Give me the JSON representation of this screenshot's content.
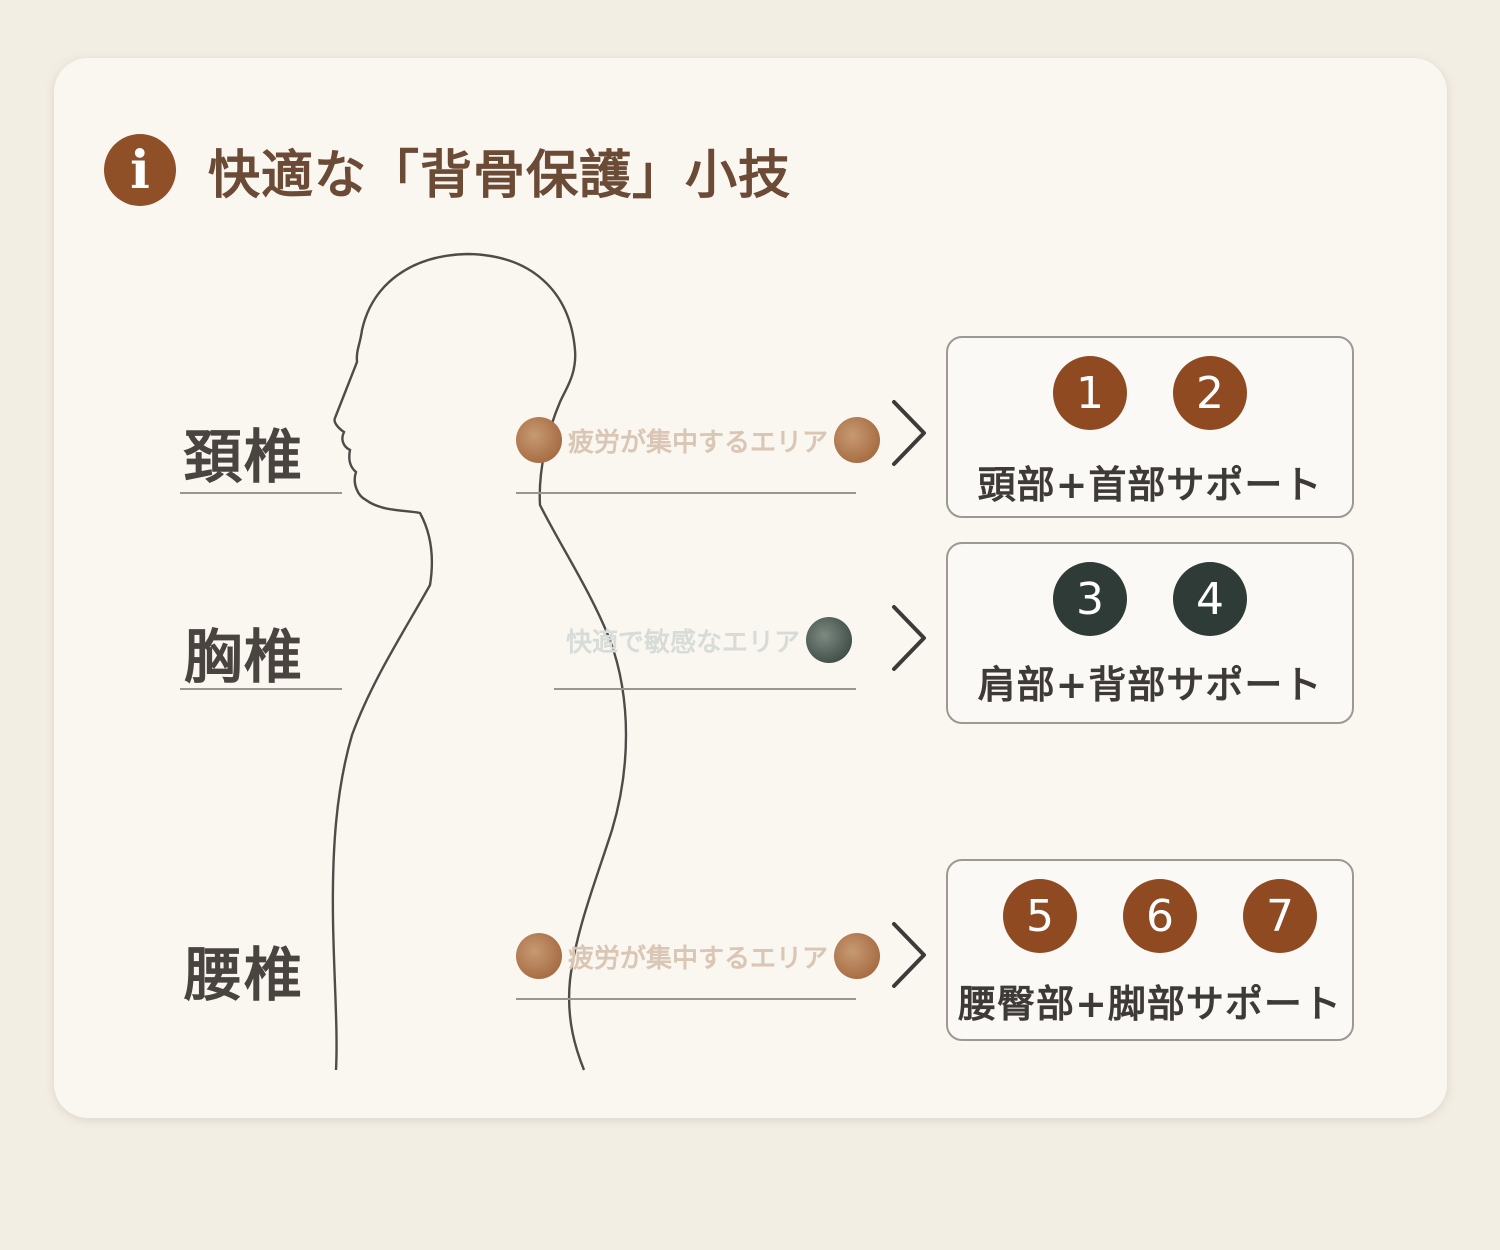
{
  "title": "快適な「背骨保護」小技",
  "info_icon_glyph": "i",
  "colors": {
    "brown": "#8f4a22",
    "dark": "#2f3b37",
    "card_bg": "#faf7f1"
  },
  "spine": {
    "cervical": "頚椎",
    "thoracic": "胸椎",
    "lumbar": "腰椎"
  },
  "zones": {
    "cervical": "疲労が集中するエリア",
    "thoracic": "快適で敏感なエリア",
    "lumbar": "疲労が集中するエリア"
  },
  "supports": [
    {
      "badges": [
        "1",
        "2"
      ],
      "label": "頭部+首部サポート"
    },
    {
      "badges": [
        "3",
        "4"
      ],
      "label": "肩部+背部サポート"
    },
    {
      "badges": [
        "5",
        "6",
        "7"
      ],
      "label": "腰臀部+脚部サポート"
    }
  ]
}
